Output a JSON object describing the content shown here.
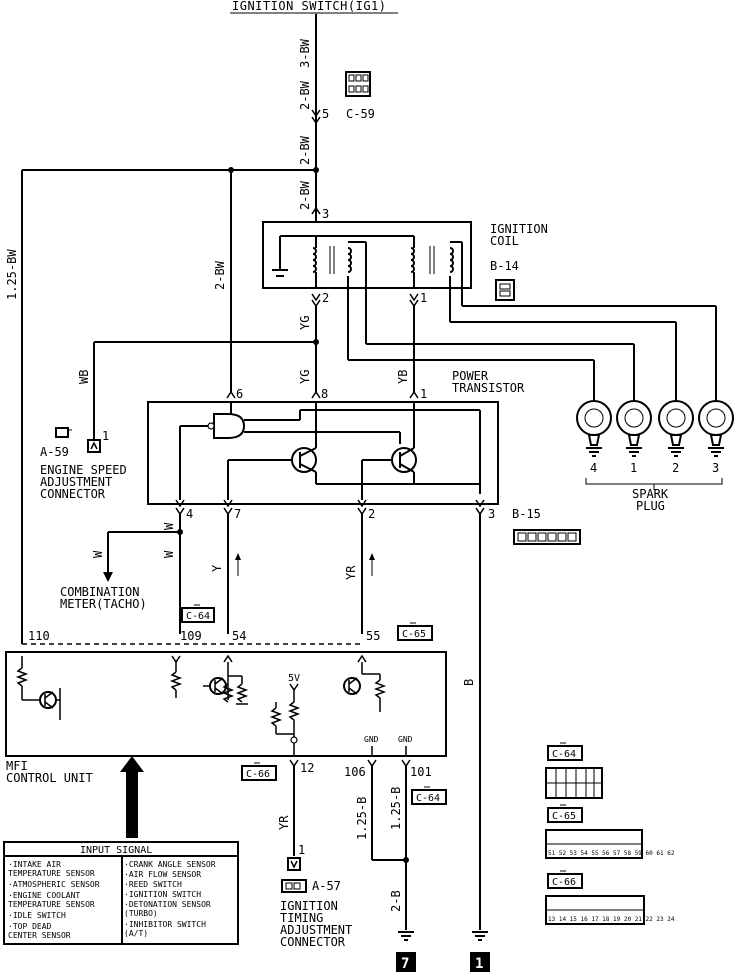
{
  "title": "IGNITION SWITCH(IG1)",
  "connectors": {
    "c59": "C-59",
    "a59": "A-59",
    "b14": "B-14",
    "b15": "B-15",
    "c64": "C-64",
    "c65": "C-65",
    "c66": "C-66",
    "a57": "A-57"
  },
  "wires": {
    "bw3": "3-BW",
    "bw2a": "2-BW",
    "bw2b": "2-BW",
    "bw2c": "2-BW",
    "bw2d": "2-BW",
    "bw125": "1.25-BW",
    "yg1": "YG",
    "yg2": "YG",
    "yb": "YB",
    "wb": "WB",
    "w1": "W",
    "w2": "W",
    "w3": "W",
    "y": "Y",
    "yr1": "YR",
    "yr2": "YR",
    "b1": "B",
    "b125a": "1.25-B",
    "b125b": "1.25-B",
    "b2": "2-B"
  },
  "pins": {
    "p5": "5",
    "p3": "3",
    "p2": "2",
    "p1": "1",
    "p6": "6",
    "p8": "8",
    "p1b": "1",
    "p4": "4",
    "p7": "7",
    "p2b": "2",
    "p3b": "3",
    "p1a59": "1",
    "p110": "110",
    "p109": "109",
    "p54": "54",
    "p55": "55",
    "p12": "12",
    "p106": "106",
    "p101": "101",
    "p1a57": "1"
  },
  "labels": {
    "ignition_coil": [
      "IGNITION",
      "COIL"
    ],
    "power_transistor": [
      "POWER",
      "TRANSISTOR"
    ],
    "engine_speed": [
      "ENGINE SPEED",
      "ADJUSTMENT",
      "CONNECTOR"
    ],
    "combination_meter": [
      "COMBINATION",
      "METER(TACHO)"
    ],
    "spark_plug": [
      "SPARK",
      "PLUG"
    ],
    "mfi": [
      "MFI",
      "CONTROL UNIT"
    ],
    "ignition_timing": [
      "IGNITION",
      "TIMING",
      "ADJUSTMENT",
      "CONNECTOR"
    ],
    "five_v": "5V",
    "gnd1": "GND",
    "gnd2": "GND",
    "ground_7": "7",
    "ground_1": "1"
  },
  "spark_plug_numbers": [
    "4",
    "1",
    "2",
    "3"
  ],
  "input_signal": {
    "header": "INPUT SIGNAL",
    "left": [
      "·INTAKE AIR",
      " TEMPERATURE SENSOR",
      "·ATMOSPHERIC SENSOR",
      "·ENGINE COOLANT",
      " TEMPERATURE SENSOR",
      "·IDLE SWITCH",
      "·TOP DEAD",
      " CENTER SENSOR"
    ],
    "right": [
      "·CRANK ANGLE SENSOR",
      "·AIR FLOW SENSOR",
      "·REED SWITCH",
      "·IGNITION SWITCH",
      "·DETONATION SENSOR",
      " (TURBO)",
      "·INHIBITOR SWITCH",
      " (A/T)"
    ]
  },
  "c65_pins": "51 52 53 54 55 56 57 58 59 60 61 62",
  "c66_pins": "13 14 15 16 17 18 19 20 21 22 23 24"
}
